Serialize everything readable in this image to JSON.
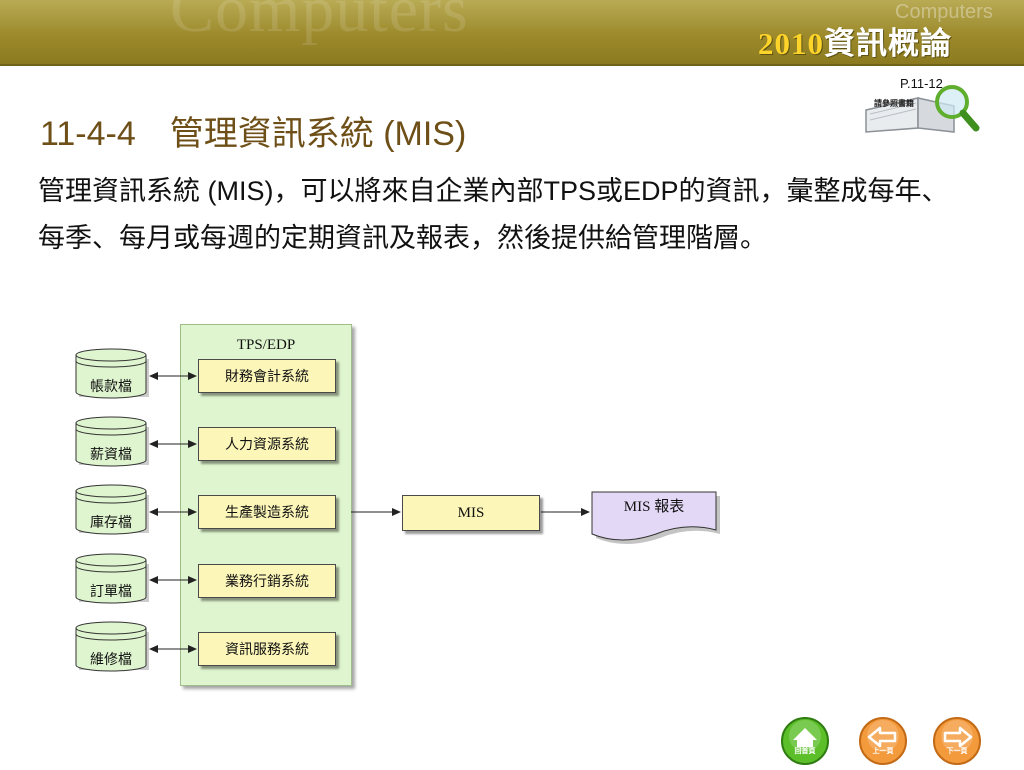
{
  "header": {
    "watermark_left": "Computers",
    "watermark_right": "Computers",
    "brand_year": "2010",
    "brand_name": "資訊概論"
  },
  "reference": {
    "page": "P.11-12",
    "label": "請參照書籍"
  },
  "slide": {
    "title": "11-4-4　管理資訊系統 (MIS)",
    "body": "管理資訊系統 (MIS)，可以將來自企業內部TPS或EDP的資訊，彙整成每年、每季、每月或每週的定期資訊及報表，然後提供給管理階層。"
  },
  "diagram": {
    "databases": [
      "帳款檔",
      "薪資檔",
      "庫存檔",
      "訂單檔",
      "維修檔"
    ],
    "tps_title": "TPS/EDP",
    "systems": [
      "財務會計系統",
      "人力資源系統",
      "生產製造系統",
      "業務行銷系統",
      "資訊服務系統"
    ],
    "mis_label": "MIS",
    "report_label": "MIS 報表"
  },
  "nav": {
    "home_label": "回首頁",
    "prev_label": "上一頁",
    "next_label": "下一頁"
  },
  "colors": {
    "header_band": "#9c8a2c",
    "title": "#6d4f17",
    "tps_panel": "#dff5cf",
    "system_box": "#fcf7b9",
    "report_doc": "#e3d8f6",
    "database": "#dff5cf",
    "home_button": "#5cbf2a",
    "arrow_buttons": "#f39a3c"
  }
}
